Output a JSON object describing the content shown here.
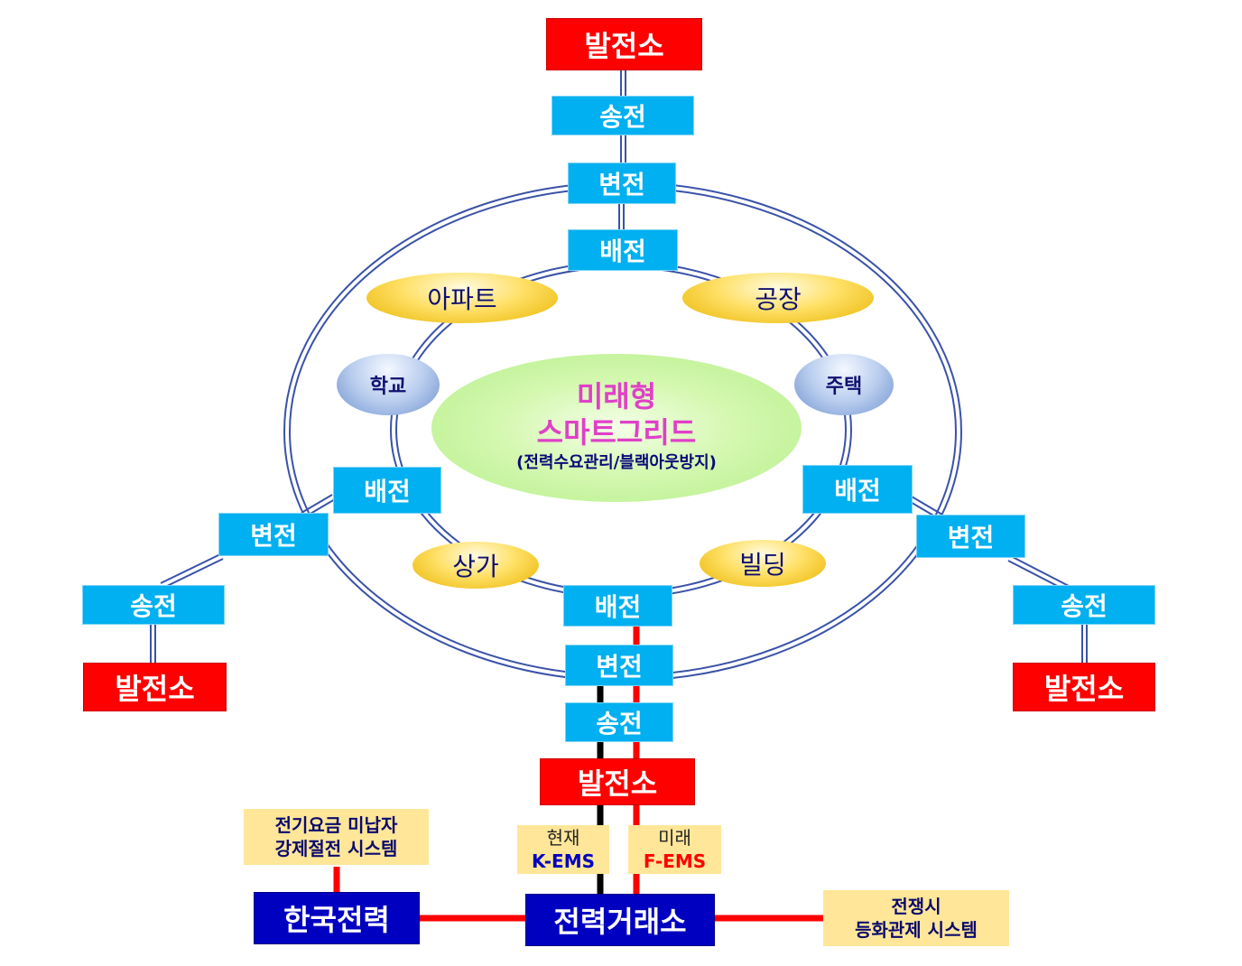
{
  "top": {
    "plant": "발전소",
    "transmission": "송전",
    "substation": "변전",
    "distribution": "배전"
  },
  "left": {
    "distribution": "배전",
    "substation": "변전",
    "transmission": "송전",
    "plant": "발전소"
  },
  "right": {
    "distribution": "배전",
    "substation": "변전",
    "transmission": "송전",
    "plant": "발전소"
  },
  "bottom": {
    "distribution": "배전",
    "substation": "변전",
    "transmission": "송전",
    "plant": "발전소"
  },
  "consumers": {
    "apartment": "아파트",
    "factory": "공장",
    "school": "학교",
    "house": "주택",
    "shops": "상가",
    "building": "빌딩"
  },
  "center": {
    "line1": "미래형",
    "line2": "스마트그리드",
    "line3": "(전력수요관리/블랙아웃방지)"
  },
  "ems": {
    "current_label": "현재",
    "current_system": "K-EMS",
    "future_label": "미래",
    "future_system": "F-EMS"
  },
  "kepco": {
    "name": "한국전력",
    "note_line1": "전기요금 미납자",
    "note_line2": "강제절전 시스템"
  },
  "exchange": {
    "name": "전력거래소"
  },
  "war": {
    "note_line1": "전쟁시",
    "note_line2": "등화관제 시스템"
  },
  "colors": {
    "grid_line": "#3a52a8",
    "accent_red": "#ff0000",
    "box_blue": "#00b0f0",
    "box_navy": "#0000c0",
    "note_bg": "#ffe699",
    "title_pink": "#e040c8"
  }
}
